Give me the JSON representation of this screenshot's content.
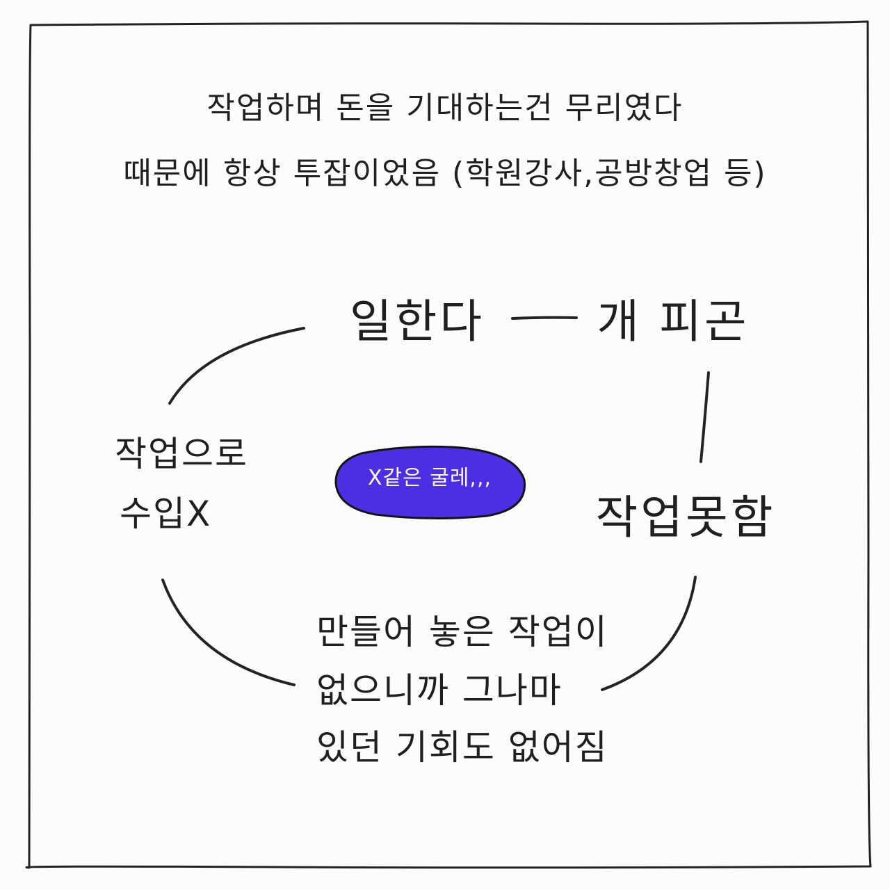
{
  "heading": {
    "line1": "작업하며 돈을 기대하는건 무리였다",
    "line2": "때문에 항상 투잡이었음 (학원강사,공방창업 등)"
  },
  "cycle": {
    "node_top_left": "일한다",
    "node_top_right": "개 피곤",
    "node_right": "작업못함",
    "node_bottom": [
      "만들어 놓은 작업이",
      "없으니까 그나마",
      "있던 기회도 없어짐"
    ],
    "node_left": [
      "작업으로",
      "수입X"
    ]
  },
  "center_badge": {
    "text": "X같은 굴레,,,"
  },
  "colors": {
    "paper": "#fcfcfa",
    "ink": "#232323",
    "badge": "#4b2fe4"
  }
}
